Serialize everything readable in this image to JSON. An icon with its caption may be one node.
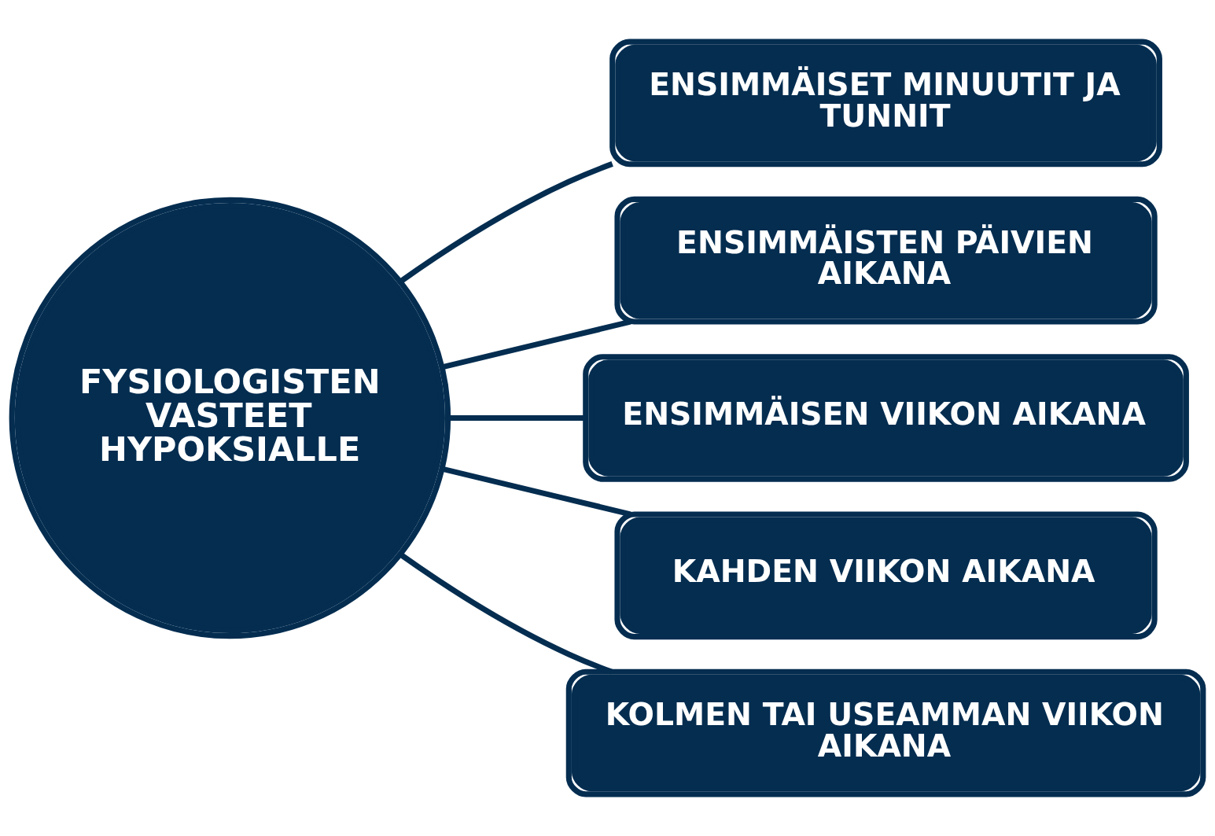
{
  "diagram": {
    "nodes": [
      {
        "text": [
          "FYSIOLOGISTEN VASTEET HYPOKSIALLE"
        ]
      },
      {
        "text": [
          "ENSIMMÄISET MINUUTIT JA TUNNIT"
        ]
      },
      {
        "text": [
          "ENSIMMÄISTEN PÄIVIEN AIKANA"
        ]
      },
      {
        "text": [
          "ENSIMMÄISEN VIIKON AIKANA"
        ]
      },
      {
        "text": [
          "KAHDEN VIIKON AIKANA"
        ]
      },
      {
        "text": [
          "KOLMEN TAI USEAMMAN VIIKON AIKANA"
        ]
      }
    ],
    "edges": [
      {
        "from": 0,
        "to": 1,
        "arrow": "none"
      },
      {
        "from": 0,
        "to": 2,
        "arrow": "none"
      },
      {
        "from": 0,
        "to": 3,
        "arrow": "none"
      },
      {
        "from": 0,
        "to": 4,
        "arrow": "none"
      },
      {
        "from": 0,
        "to": 5,
        "arrow": "none"
      }
    ]
  }
}
